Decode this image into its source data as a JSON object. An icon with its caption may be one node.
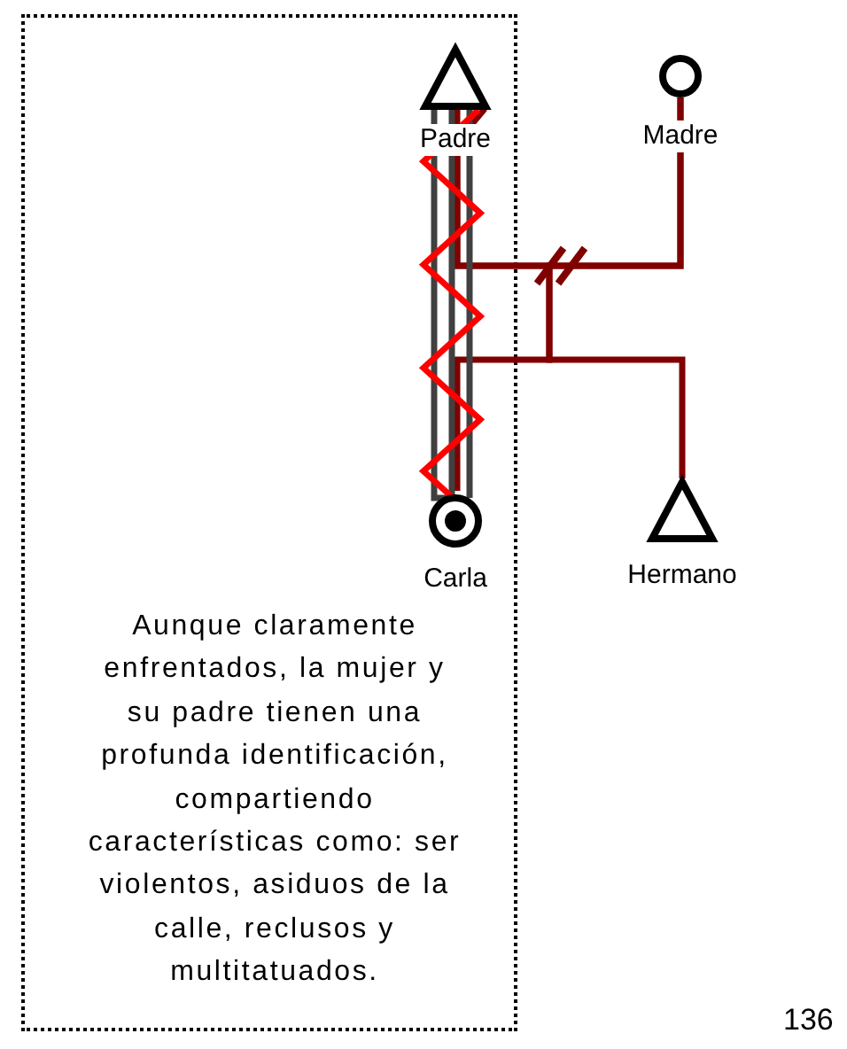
{
  "diagram": {
    "nodes": [
      {
        "text": [
          "Aunque claramente enfrentados, la mujer y su padre tienen una profunda identificación, compartiendo características como: ser violentos, asiduos de la calle, reclusos y multitatuados."
        ]
      },
      {
        "text": [],
        "shape": "triangle",
        "beside": [
          "Padre"
        ],
        "in": 0
      },
      {
        "text": [],
        "shape": "circle",
        "beside": [
          "Madre"
        ]
      },
      {
        "text": [],
        "shape": "circle",
        "beside": [
          "Carla"
        ],
        "in": 0
      },
      {
        "text": [],
        "shape": "triangle",
        "beside": [
          "Hermano"
        ]
      }
    ],
    "edges": [
      {
        "from": 1,
        "to": 2,
        "arrow": "none"
      },
      {
        "from": 2,
        "to": 4,
        "arrow": "none"
      },
      {
        "from": 1,
        "to": 3,
        "arrow": "none"
      },
      {
        "from": 1,
        "to": 3,
        "arrow": "none",
        "color": "#404040"
      },
      {
        "from": 1,
        "to": 3,
        "arrow": "none",
        "color": "#ff0000"
      }
    ],
    "labels": [
      "136"
    ]
  }
}
